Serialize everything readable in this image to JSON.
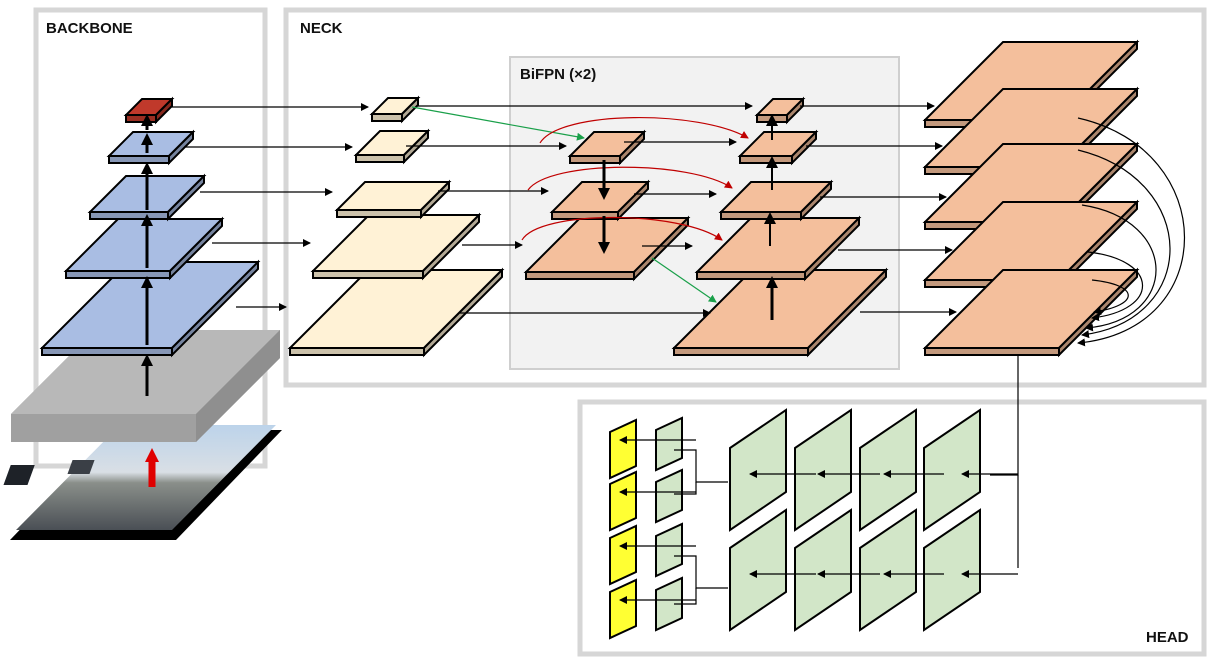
{
  "sections": {
    "backbone": "BACKBONE",
    "neck": "NECK",
    "bifpn": "BiFPN (×2)",
    "head": "HEAD"
  },
  "colors": {
    "backbone_layer": "#a9bde3",
    "backbone_top": "#c0392b",
    "neck_input": "#fff2d6",
    "bifpn_layer": "#f4bf9c",
    "head_layer": "#d2e6c8",
    "head_output": "#ffff33",
    "stem_block": "#a6a6a6",
    "section_border": "#d6d6d6",
    "bifpn_fill": "#f2f2f2",
    "green_arrow": "#1aa04a",
    "red_arrow": "#c00000"
  },
  "icons": {
    "input_image": "road-scene-photo"
  }
}
